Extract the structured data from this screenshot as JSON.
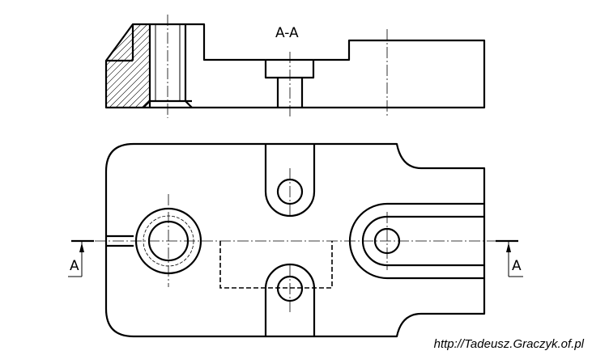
{
  "drawing": {
    "section_label": "A-A",
    "cut_label_left": "A",
    "cut_label_right": "A",
    "credit": "http://Tadeusz.Graczyk.of.pl"
  }
}
